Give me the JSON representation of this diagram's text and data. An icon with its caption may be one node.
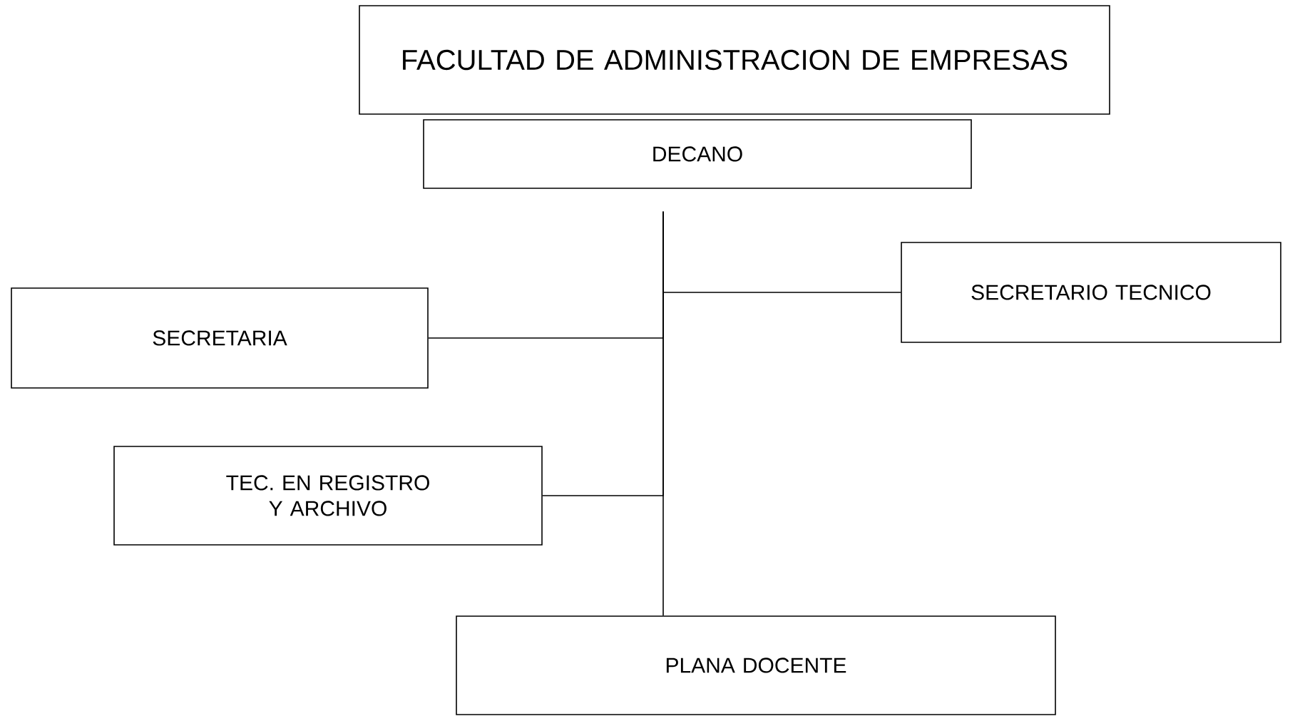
{
  "diagram": {
    "nodes": [
      {
        "text": [
          "FACULTAD DE ADMINISTRACION DE EMPRESAS"
        ]
      },
      {
        "text": [
          "DECANO"
        ]
      },
      {
        "text": [
          "SECRETARIO TECNICO"
        ]
      },
      {
        "text": [
          "SECRETARIA"
        ]
      },
      {
        "text": [
          "TEC. EN REGISTRO Y ARCHIVO"
        ]
      },
      {
        "text": [
          "PLANA DOCENTE"
        ]
      }
    ],
    "edges": [
      {
        "from": 1,
        "to": 2,
        "arrow": "none"
      },
      {
        "from": 1,
        "to": 3,
        "arrow": "none"
      },
      {
        "from": 1,
        "to": 4,
        "arrow": "none"
      },
      {
        "from": 1,
        "to": 5,
        "arrow": "none"
      }
    ]
  }
}
